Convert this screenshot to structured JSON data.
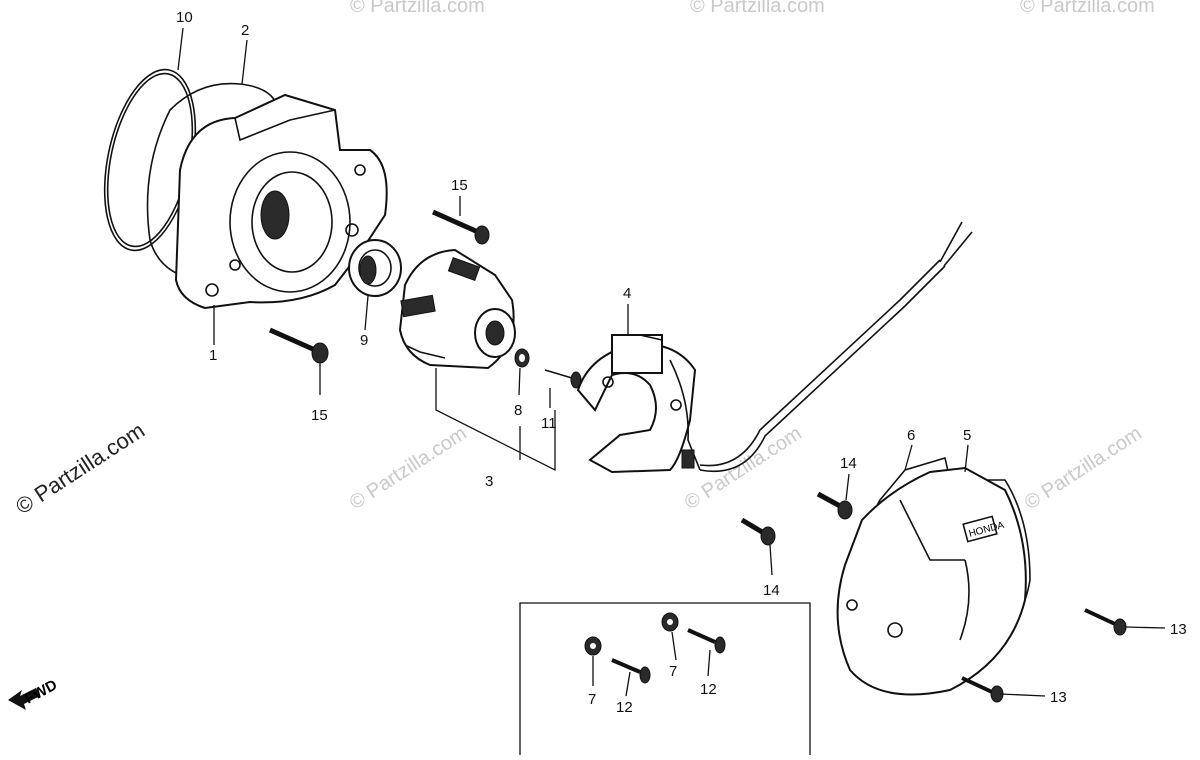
{
  "watermark": {
    "main": "© Partzilla.com",
    "repeat": "© Partzilla.com"
  },
  "fwd_label": "FWD",
  "callouts": {
    "c1": "1",
    "c2": "2",
    "c3": "3",
    "c4": "4",
    "c5": "5",
    "c6": "6",
    "c7a": "7",
    "c7b": "7",
    "c8": "8",
    "c9": "9",
    "c10": "10",
    "c11": "11",
    "c12a": "12",
    "c12b": "12",
    "c13a": "13",
    "c13b": "13",
    "c14a": "14",
    "c14b": "14",
    "c15a": "15",
    "c15b": "15"
  },
  "cover_badge": "HONDA"
}
